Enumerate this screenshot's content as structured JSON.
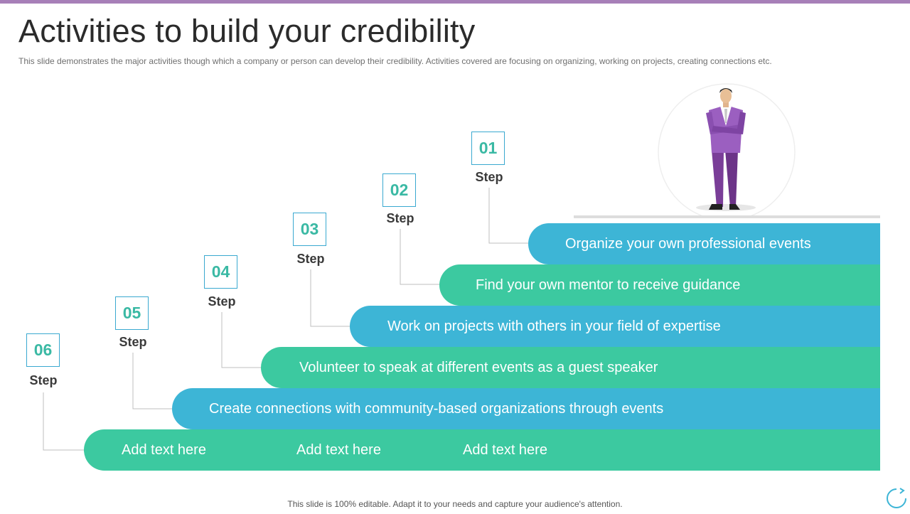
{
  "slide": {
    "title": "Activities to build your credibility",
    "subtitle": "This slide demonstrates the major activities though which a company or person can develop their credibility. Activities covered  are focusing on organizing, working on projects, creating connections etc.",
    "footer": "This slide is 100% editable. Adapt it to your needs and capture your audience's attention."
  },
  "steps": [
    {
      "number": "01",
      "label": "Step",
      "text": "Organize  your own professional events"
    },
    {
      "number": "02",
      "label": "Step",
      "text": "Find your own mentor to receive guidance"
    },
    {
      "number": "03",
      "label": "Step",
      "text": "Work on projects with others in your field of expertise"
    },
    {
      "number": "04",
      "label": "Step",
      "text": "Volunteer  to speak at different events as a guest speaker"
    },
    {
      "number": "05",
      "label": "Step",
      "text": "Create connections with community-based  organizations through  events"
    },
    {
      "number": "06",
      "label": "Step",
      "texts": [
        "Add  text here",
        "Add  text here",
        "Add  text here"
      ]
    }
  ],
  "colors": {
    "blue": "#3db5d6",
    "green": "#3cc9a0",
    "accent": "#a77fb8",
    "number": "#3ab9a4"
  },
  "icons": {
    "person": "businessman-illustration",
    "corner": "refresh-circle-icon"
  }
}
